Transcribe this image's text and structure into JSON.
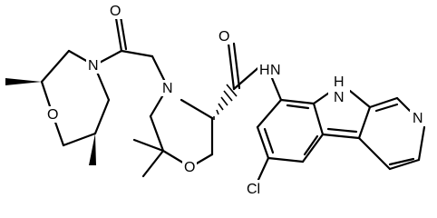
{
  "molecule": {
    "atoms": {
      "o_carbonyl_1": "O",
      "n_morph_1": "N",
      "o_morph_1": "O",
      "o_carbonyl_2": "O",
      "n_amide_h": "N",
      "h_amide": "H",
      "n_morph_2": "N",
      "o_morph_2": "O",
      "n_indole_h": "N",
      "h_indole": "H",
      "n_pyridine": "N",
      "cl": "Cl"
    }
  }
}
